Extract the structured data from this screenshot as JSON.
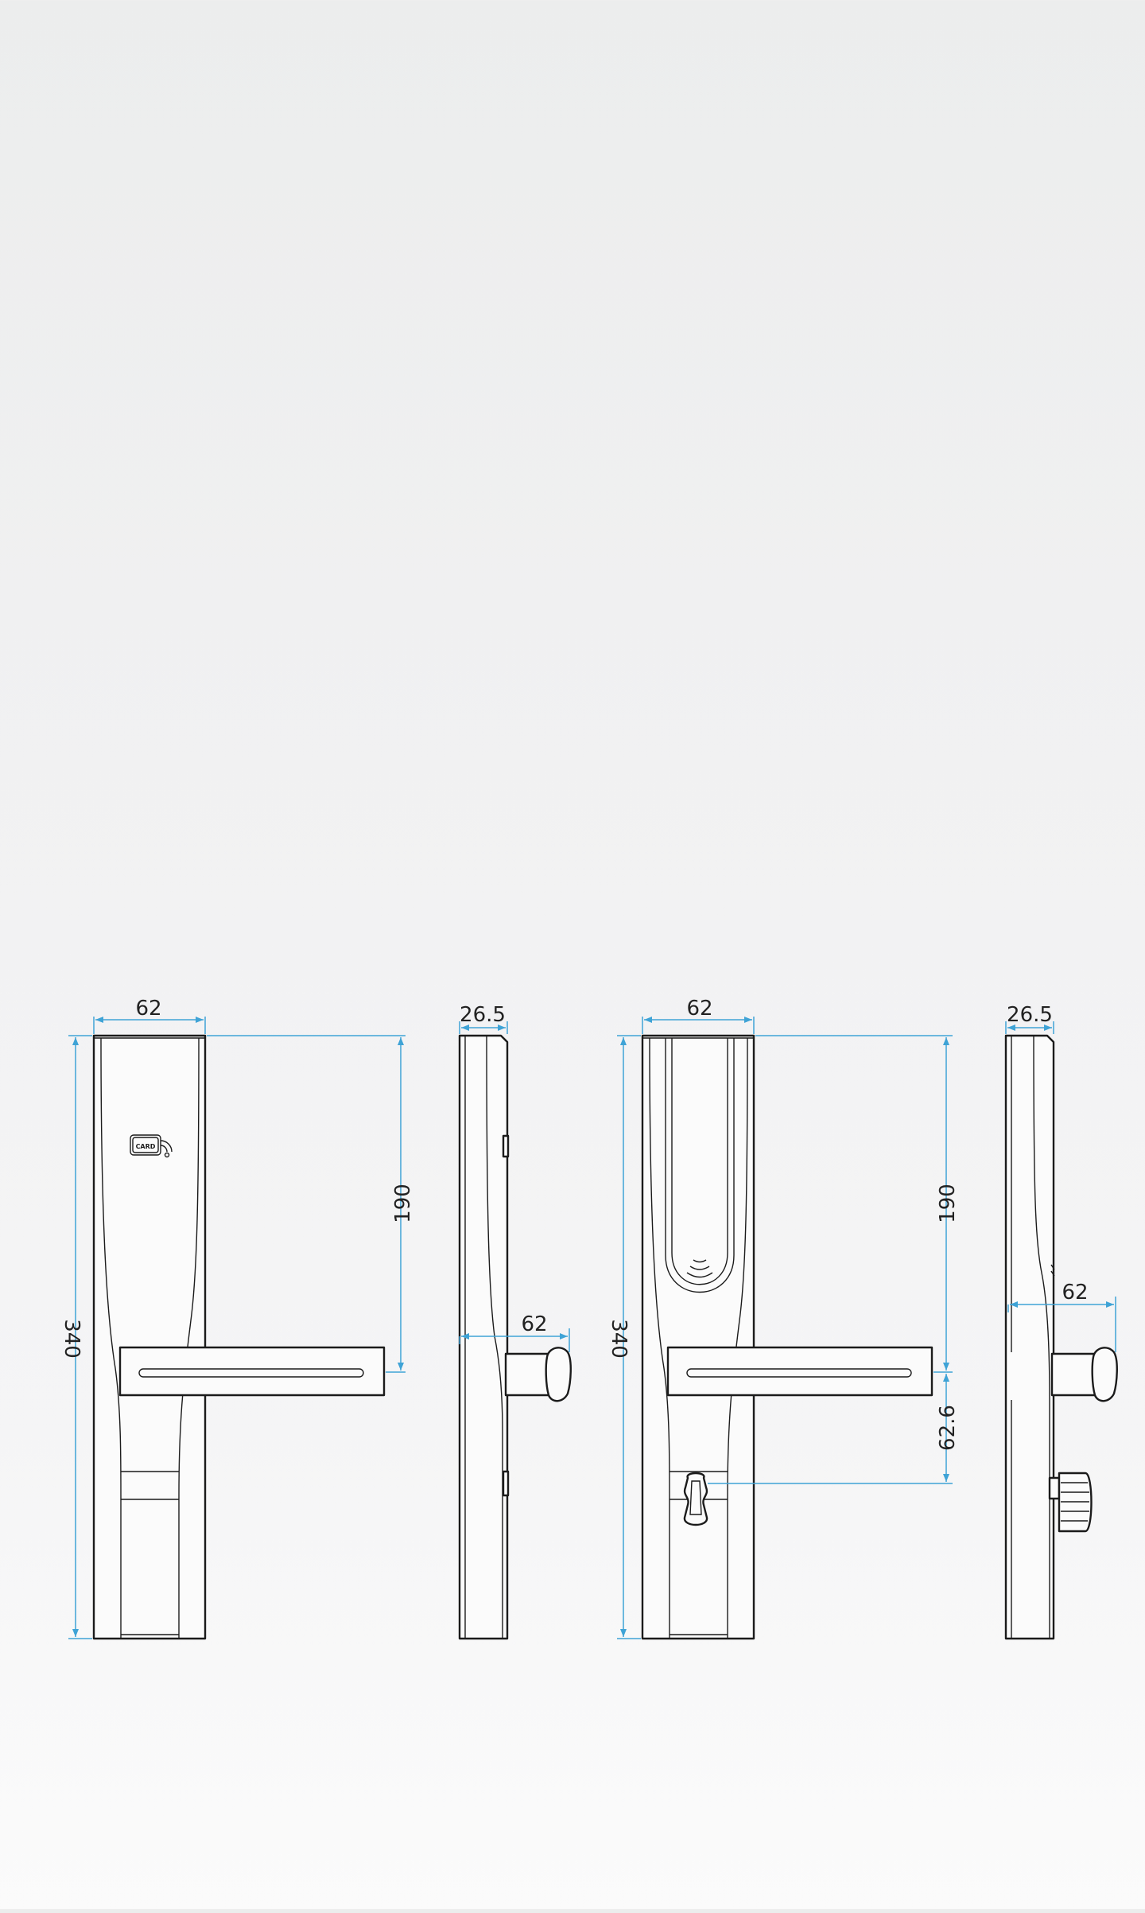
{
  "views": [
    {
      "name": "front-view-card",
      "card_label": "CARD",
      "dimensions": {
        "width": "62",
        "height": "340",
        "upper": "190"
      }
    },
    {
      "name": "side-view-1",
      "dimensions": {
        "depth": "26.5",
        "handle": "62"
      }
    },
    {
      "name": "front-view-reader",
      "dimensions": {
        "width": "62",
        "height": "340",
        "upper": "190",
        "lower": "62.6"
      }
    },
    {
      "name": "side-view-2",
      "dimensions": {
        "depth": "26.5",
        "handle": "62"
      }
    }
  ],
  "colors": {
    "dimension_line": "#3fa3d6",
    "outline": "#1b1b1b"
  }
}
